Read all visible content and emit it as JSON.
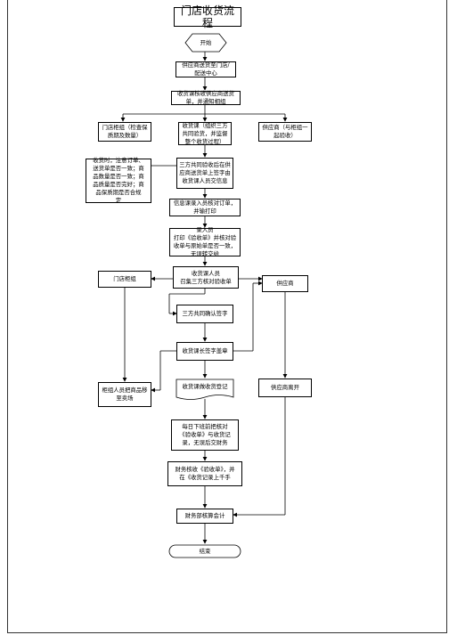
{
  "title": "门店收货流程",
  "nodes": {
    "start": "开始",
    "supplier_deliver": "供应商送货至门店/\n配送中心",
    "receiving_notify": "收货课核收供应商送货\n单，并通知相组",
    "store_counter": "门店柜组（检查保\n质期及数量）",
    "receiving_staff": "收货课（组织三方\n共同验货，并监督\n整个收货过程）",
    "supplier_with_counter": "供应商（与柜组一\n起验收）",
    "check_items": "收货时，注意订单、\n送货单是否一致；商\n品数量是否一致；商\n品质量是否完好；商\n品保质期是否合规\n定",
    "three_party_sign": "三方共同验收后在供\n应商送货单上签字由\n收货课人员交信息",
    "info_entry": "信息课录入员核对订单，\n并输打印",
    "entry_print": "录入员\n打印《验收单》并核对验\n收单与原始单是否一致，\n无误转交给",
    "receiving_clerk": "收货课人员\n召集三方核对验收单",
    "store_counter2": "门店柜组",
    "supplier2": "供应商",
    "three_confirm": "三方共同确认签字",
    "manager_sign": "收货课长签字盖章",
    "receiving_register": "收货课做收货登记",
    "counter_move": "柜组人员把商品移\n至卖场",
    "supplier_leave": "供应商离开",
    "daily_check": "每日下班前把核对\n《验收单》与收货记\n录，无误后交财务",
    "finance_receive": "财务核收《验收单》，并\n在《收货记录上千手",
    "finance_accounting": "财务部核算会计",
    "end": "结束"
  }
}
